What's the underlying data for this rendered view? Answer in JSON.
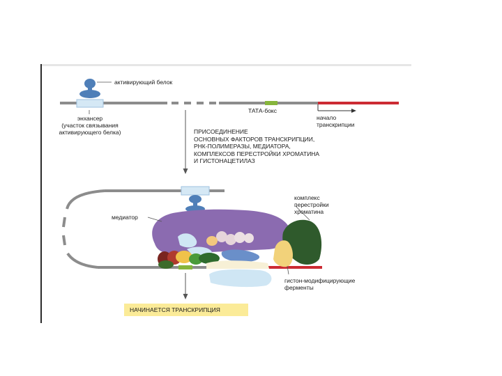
{
  "labels": {
    "activator": "активирующий белок",
    "enhancer": "энхансер\n(участок связывания\nактивирующего белка)",
    "tata": "ТАТА-бокс",
    "start": "начало\nтранскрипции",
    "step": "ПРИСОЕДИНЕНИЕ\nОСНОВНЫХ ФАКТОРОВ ТРАНСКРИПЦИИ,\nРНК-ПОЛИМЕРАЗЫ, МЕДИАТОРА,\nКОМПЛЕКСОВ ПЕРЕСТРОЙКИ ХРОМАТИНА\nИ ГИСТОНАЦЕТИЛАЗ",
    "mediator": "медиатор",
    "remodeling": "комплекс\nперестройки\nхроматина",
    "histone": "гистон-модифицирующие\nферменты",
    "result": "НАЧИНАЕТСЯ ТРАНСКРИПЦИЯ"
  },
  "colors": {
    "dna": "#8c8c8c",
    "coding_region": "#cc2b33",
    "tata_box": "#86b53c",
    "activator": "#4f7fb8",
    "enhancer_site": "#d5e8f5",
    "mediator": "#8b6bb0",
    "remodeling_complex": "#2f5a2c",
    "histone_enzyme": "#f2d27a",
    "result_box": "#fbeb98"
  }
}
